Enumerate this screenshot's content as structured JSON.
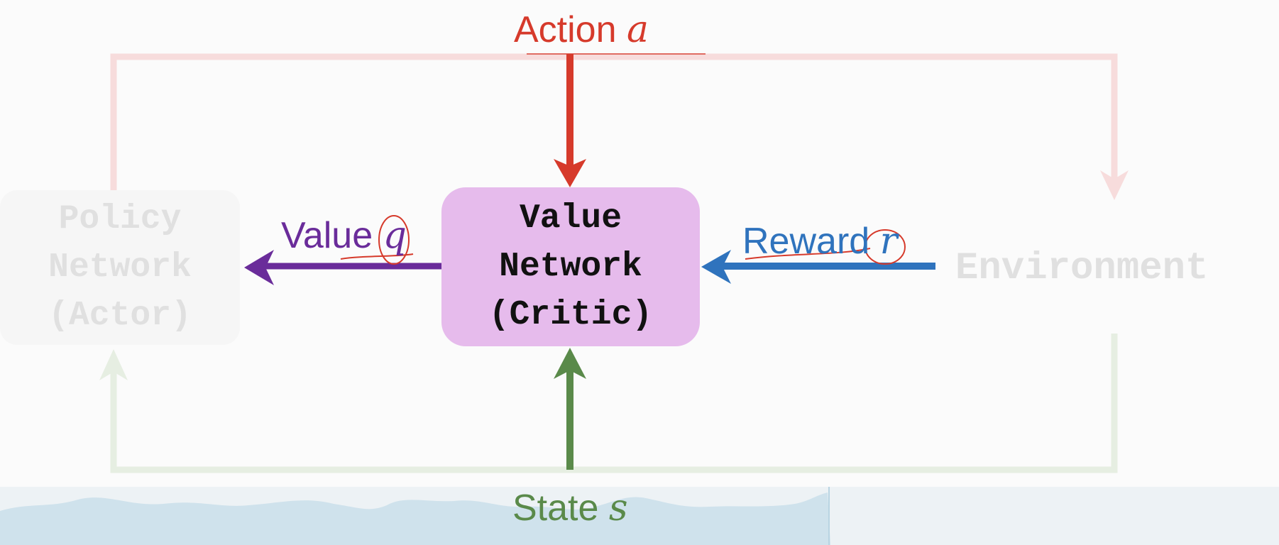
{
  "diagram": {
    "action": {
      "text": "Action",
      "var": "a",
      "color": "#d63a2b"
    },
    "value": {
      "text": "Value",
      "var": "q",
      "color": "#6a2c9a"
    },
    "reward": {
      "text": "Reward",
      "var": "r",
      "color": "#2f73bd"
    },
    "state": {
      "text": "State",
      "var": "s",
      "color": "#5a8a4a"
    },
    "critic": {
      "line1": "Value",
      "line2": "Network",
      "line3": "(Critic)",
      "fill": "#e6bbec"
    },
    "policy": {
      "line1": "Policy",
      "line2": "Network",
      "line3": "(Actor)"
    },
    "environment": {
      "text": "Environment"
    }
  }
}
